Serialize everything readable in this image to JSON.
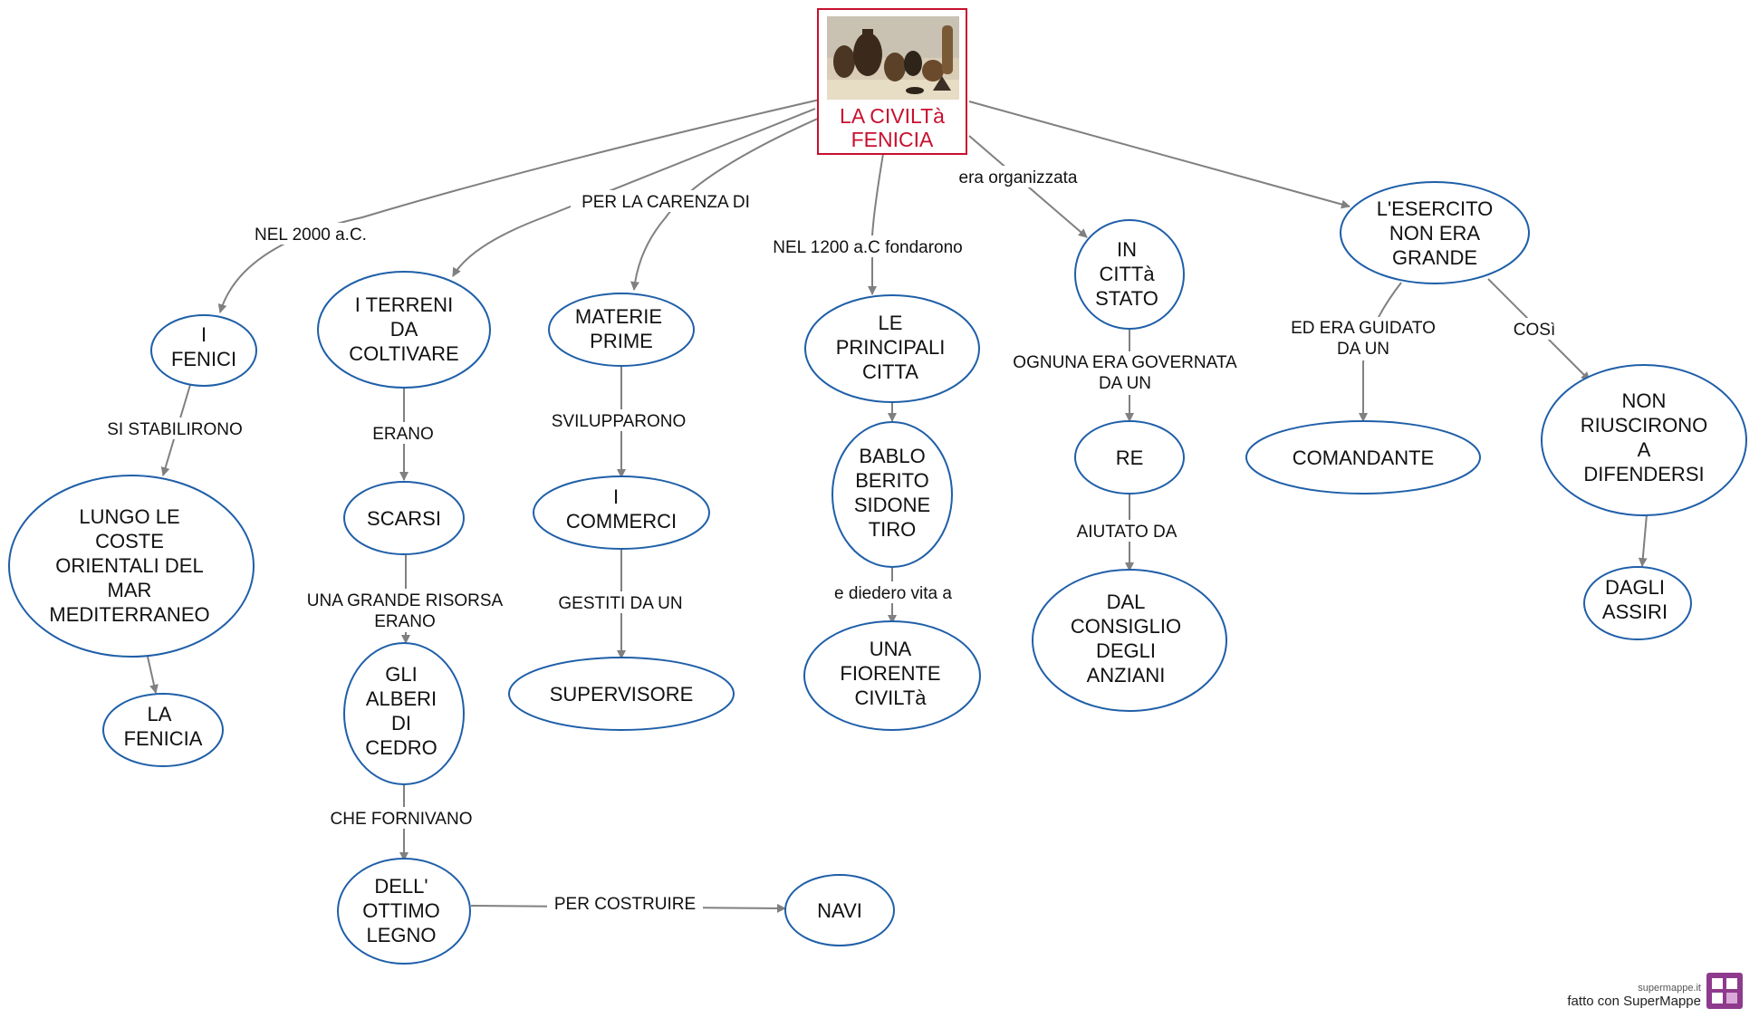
{
  "root": {
    "title_line1": "LA CIVILTà",
    "title_line2": "FENICIA",
    "image": "phoenician-pottery-photo"
  },
  "nodes": {
    "i_fenici": [
      "I",
      "FENICI"
    ],
    "lungo_coste": [
      "LUNGO LE",
      "COSTE",
      "ORIENTALI DEL",
      "MAR",
      "MEDITERRANEO"
    ],
    "la_fenicia": [
      "LA",
      "FENICIA"
    ],
    "terreni": [
      "I TERRENI",
      "DA",
      "COLTIVARE"
    ],
    "scarsi": [
      "SCARSI"
    ],
    "alberi": [
      "GLI",
      "ALBERI",
      "DI",
      "CEDRO"
    ],
    "legno": [
      "DELL'",
      "OTTIMO",
      "LEGNO"
    ],
    "navi": [
      "NAVI"
    ],
    "materie": [
      "MATERIE",
      "PRIME"
    ],
    "commerci": [
      "I",
      "COMMERCI"
    ],
    "supervisore": [
      "SUPERVISORE"
    ],
    "principali": [
      "LE",
      "PRINCIPALI",
      "CITTA"
    ],
    "bablo": [
      "BABLO",
      "BERITO",
      "SIDONE",
      "TIRO"
    ],
    "fiorente": [
      "UNA",
      "FIORENTE",
      "CIVILTà"
    ],
    "citta_stato": [
      "IN",
      "CITTà",
      "STATO"
    ],
    "re": [
      "RE"
    ],
    "consiglio": [
      "DAL",
      "CONSIGLIO",
      "DEGLI",
      "ANZIANI"
    ],
    "esercito": [
      "L'ESERCITO",
      "NON ERA",
      "GRANDE"
    ],
    "comandante": [
      "COMANDANTE"
    ],
    "non_riuscirono": [
      "NON",
      "RIUSCIRONO",
      "A",
      "DIFENDERSI"
    ],
    "assiri": [
      "DAGLI",
      "ASSIRI"
    ]
  },
  "links": {
    "nel_2000": [
      "NEL 2000 a.C."
    ],
    "carenza": [
      "PER LA CARENZA DI"
    ],
    "nel_1200": [
      "NEL 1200 a.C fondarono"
    ],
    "organizzata": [
      "era organizzata"
    ],
    "stabilirono": [
      "SI STABILIRONO"
    ],
    "erano": [
      "ERANO"
    ],
    "risorsa": [
      "UNA GRANDE RISORSA",
      "ERANO"
    ],
    "fornivano": [
      "CHE FORNIVANO"
    ],
    "costruire": [
      "PER COSTRUIRE"
    ],
    "svilupparono": [
      "SVILUPPARONO"
    ],
    "gestiti": [
      "GESTITI DA UN"
    ],
    "diedero": [
      "e diedero vita a"
    ],
    "governata": [
      "OGNUNA ERA GOVERNATA",
      "DA UN"
    ],
    "aiutato": [
      "AIUTATO DA"
    ],
    "guidato": [
      "ED ERA GUIDATO",
      "DA UN"
    ],
    "cosi": [
      "COSì"
    ]
  },
  "colors": {
    "node_border": "#1f5fa8",
    "root_border": "#c8102e",
    "root_text": "#c8102e",
    "connector": "#808080"
  },
  "brand": {
    "site": "supermappe.it",
    "made_with": "fatto con SuperMappe"
  }
}
